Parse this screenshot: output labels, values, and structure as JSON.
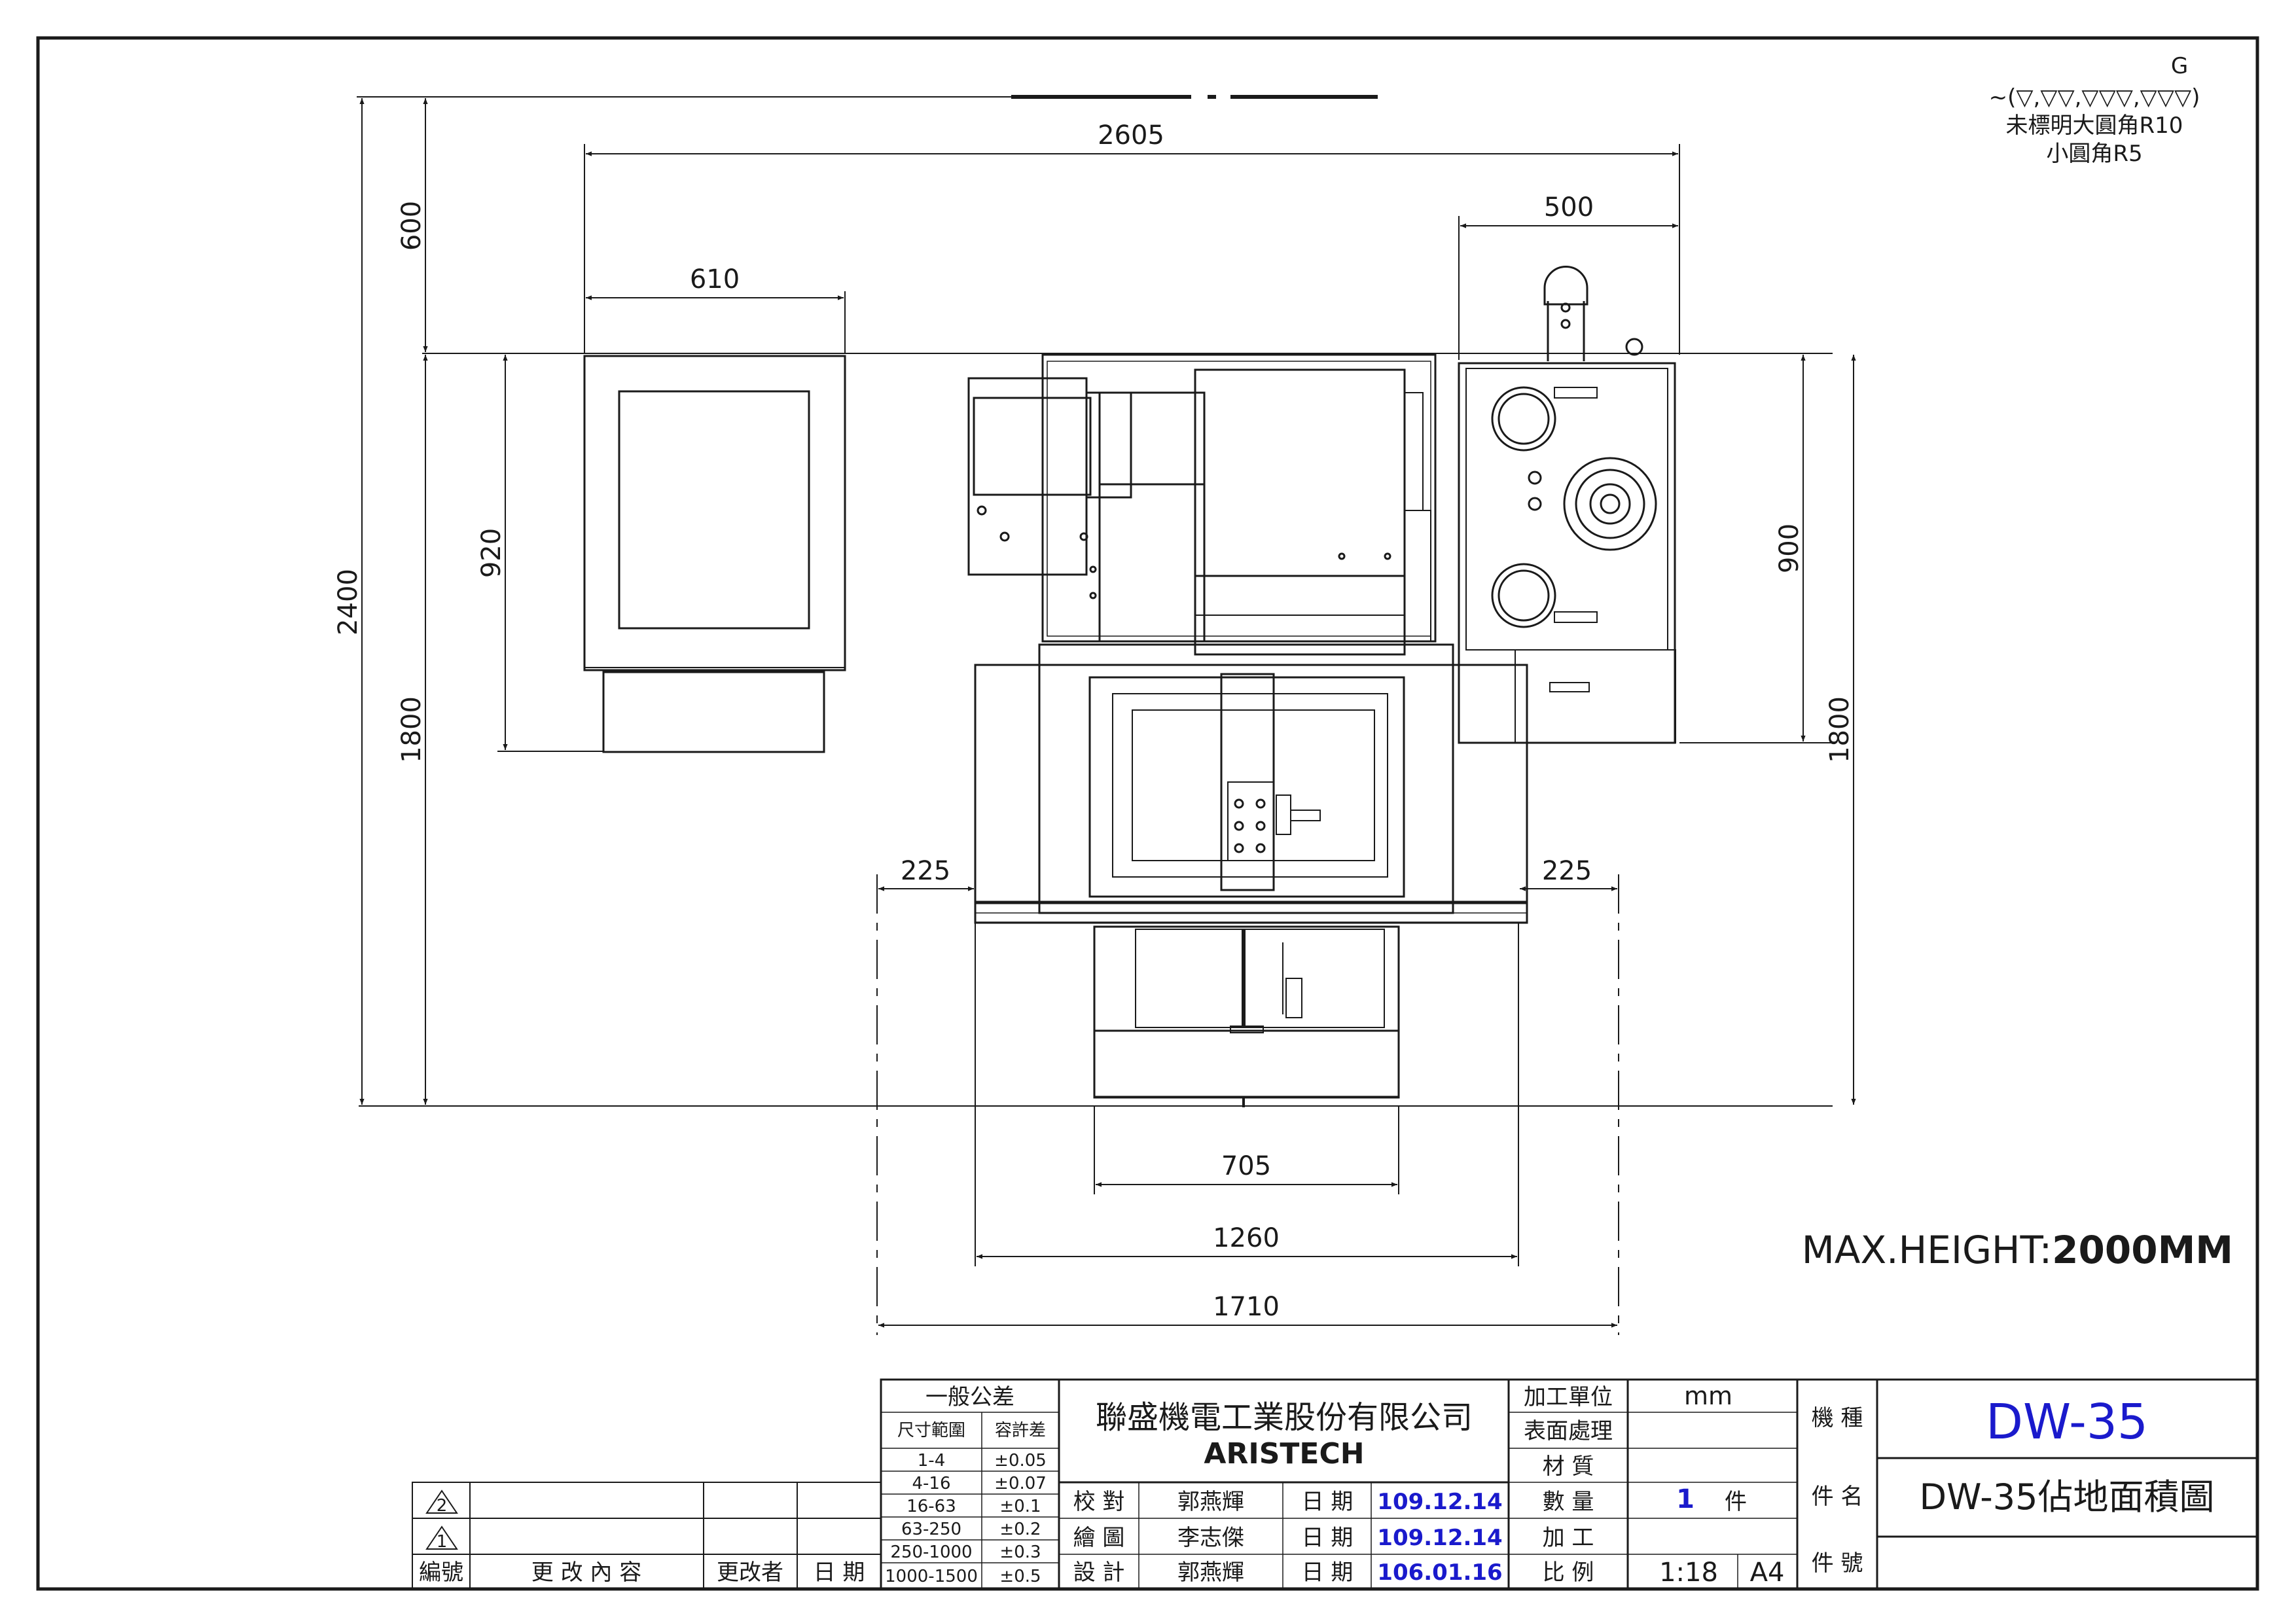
{
  "notes": {
    "finish_symbol": "G",
    "finish_grades": "~(▽,▽▽,▽▽▽,▽▽▽)",
    "fillet_large": "未標明大圓角R10",
    "fillet_small": "小圓角R5"
  },
  "max_height": {
    "label": "MAX.HEIGHT:",
    "value": "2000MM"
  },
  "dimensions": {
    "total_depth": "2400",
    "top_clearance": "600",
    "machine_depth": "1800",
    "machine_depth_right": "1800",
    "control_depth": "920",
    "control_width": "610",
    "overall_width_top": "2605",
    "cabinet_width": "500",
    "cabinet_depth": "900",
    "left_clearance": "225",
    "right_clearance": "225",
    "base_width": "705",
    "table_width": "1260",
    "overall_width_bottom": "1710"
  },
  "tolerance": {
    "title": "一般公差",
    "col_range": "尺寸範圍",
    "col_tol": "容許差",
    "rows": [
      {
        "range": "1-4",
        "tol": "±0.05"
      },
      {
        "range": "4-16",
        "tol": "±0.07"
      },
      {
        "range": "16-63",
        "tol": "±0.1"
      },
      {
        "range": "63-250",
        "tol": "±0.2"
      },
      {
        "range": "250-1000",
        "tol": "±0.3"
      },
      {
        "range": "1000-1500",
        "tol": "±0.5"
      }
    ]
  },
  "revisions": {
    "rev2": "2",
    "rev1": "1",
    "col_no": "編號",
    "col_content": "更 改 內 容",
    "col_by": "更改者",
    "col_date": "日 期"
  },
  "company": {
    "name_zh": "聯盛機電工業股份有限公司",
    "name_en": "ARISTECH"
  },
  "signoff": [
    {
      "role": "校 對",
      "name": "郭燕輝",
      "date_label": "日 期",
      "date": "109.12.14"
    },
    {
      "role": "繪 圖",
      "name": "李志傑",
      "date_label": "日 期",
      "date": "109.12.14"
    },
    {
      "role": "設 計",
      "name": "郭燕輝",
      "date_label": "日 期",
      "date": "106.01.16"
    }
  ],
  "process": {
    "unit_label": "加工單位",
    "unit_value": "mm",
    "surface_label": "表面處理",
    "material_label": "材 質",
    "qty_label": "數 量",
    "qty_value": "1",
    "qty_unit": "件",
    "machining_label": "加 工",
    "scale_label": "比 例",
    "scale_value": "1:18",
    "paper": "A4"
  },
  "part": {
    "model_label": "機 種",
    "model": "DW-35",
    "name_label": "件 名",
    "name": "DW-35佔地面積圖",
    "no_label": "件 號"
  }
}
